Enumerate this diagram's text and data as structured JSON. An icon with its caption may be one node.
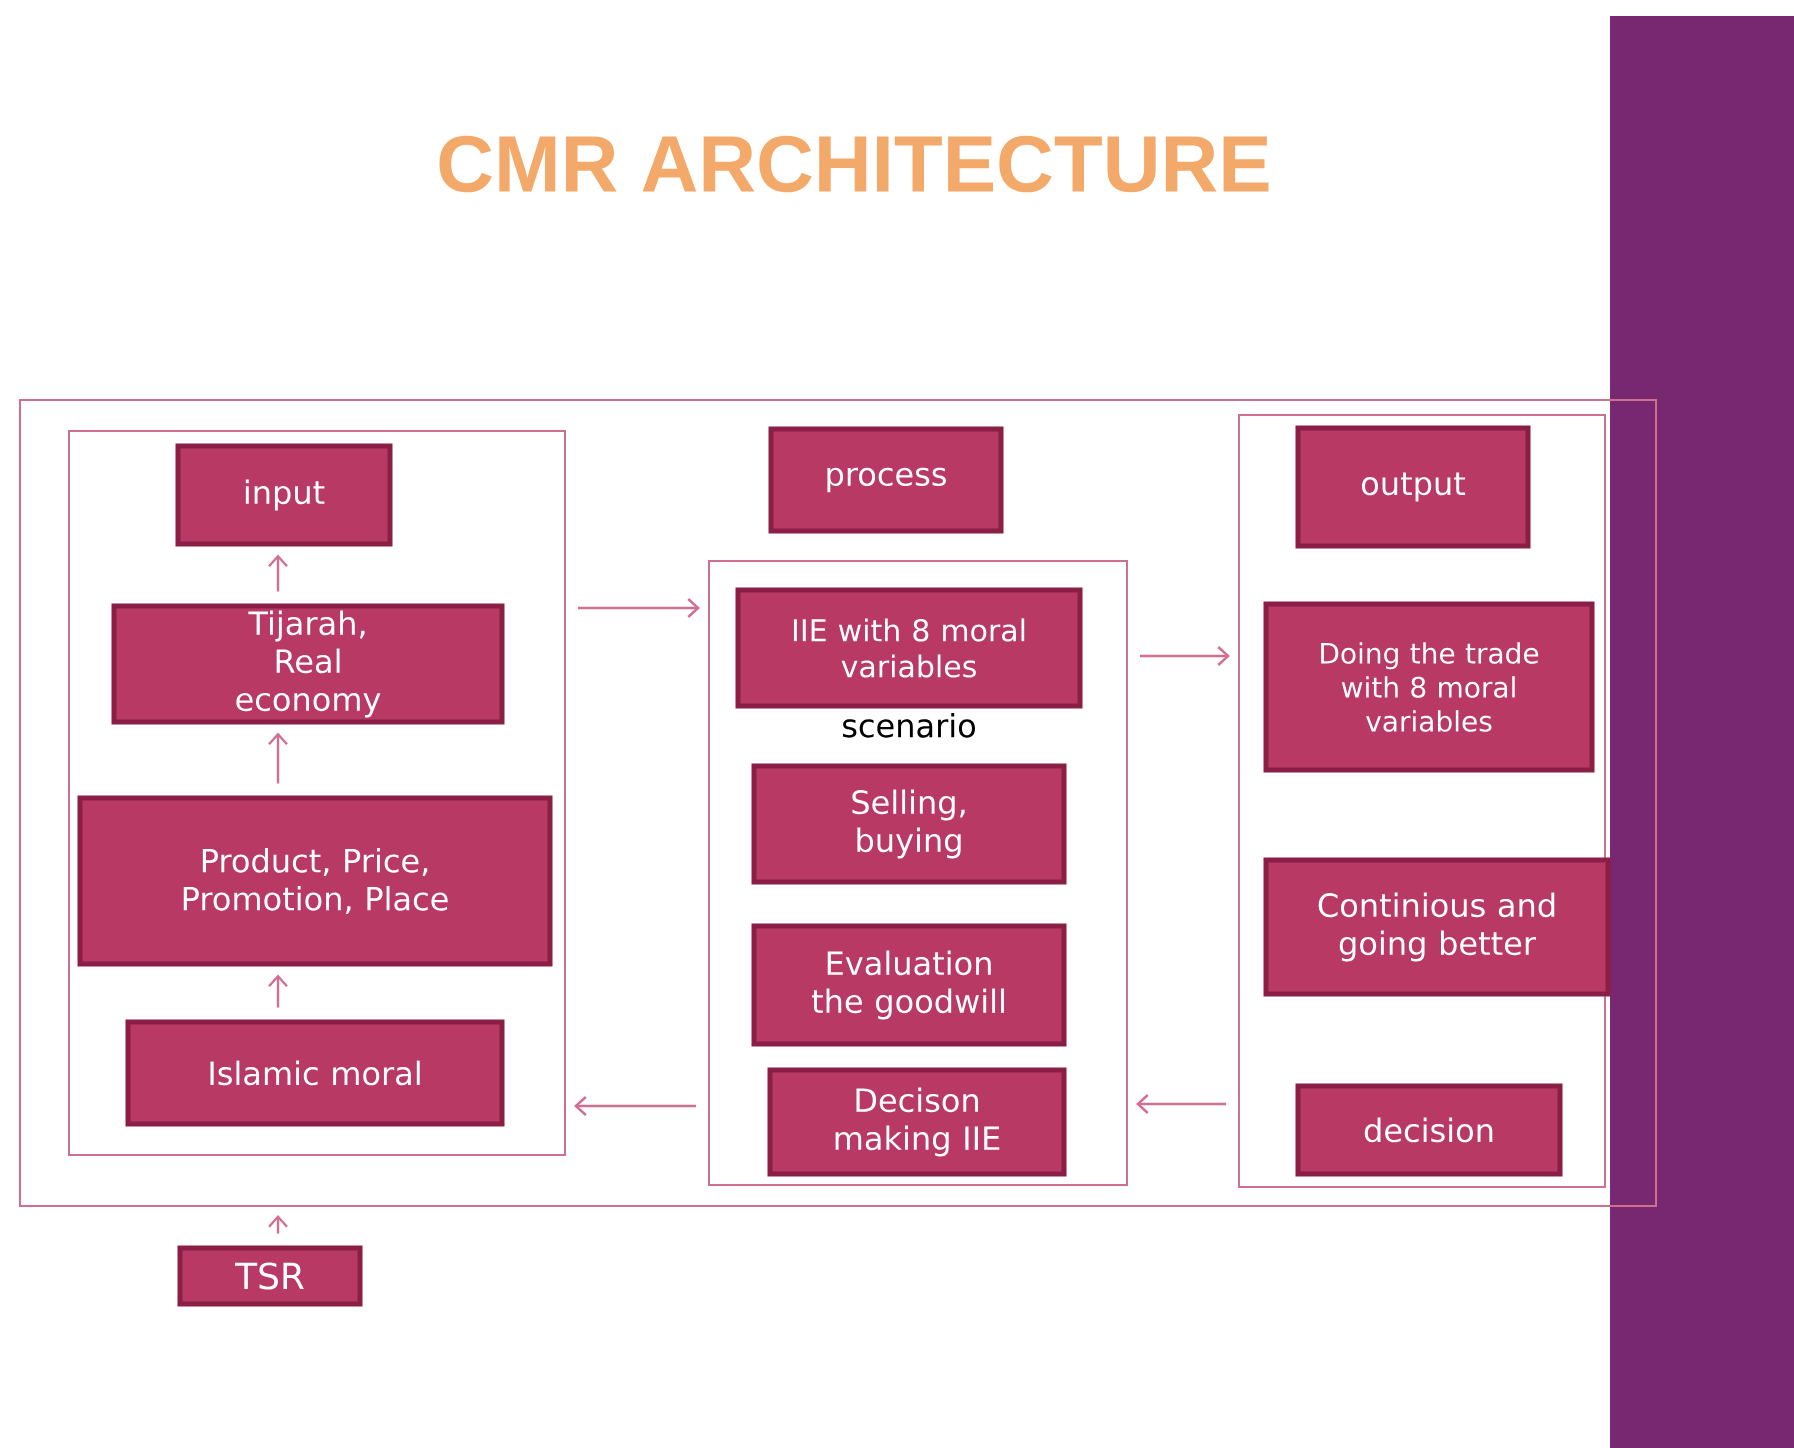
{
  "diagram": {
    "title": "CMR ARCHITECTURE",
    "nodes": [
      {
        "text": [],
        "shape": "box"
      },
      {
        "text": [],
        "shape": "box",
        "in": 0
      },
      {
        "text": [
          "input"
        ],
        "in": 1
      },
      {
        "text": [
          "Tijarah, Real economy"
        ],
        "in": 1
      },
      {
        "text": [
          "Product, Price, Promotion, Place"
        ],
        "in": 1
      },
      {
        "text": [
          "Islamic  moral"
        ],
        "in": 1
      },
      {
        "text": [
          "process"
        ],
        "in": 0
      },
      {
        "text": [],
        "shape": "box",
        "in": 0
      },
      {
        "text": [
          "IIE with 8 moral variables"
        ],
        "beside": [
          "scenario"
        ],
        "in": 7
      },
      {
        "text": [
          "Selling, buying"
        ],
        "in": 7
      },
      {
        "text": [
          "Evaluation the goodwill"
        ],
        "in": 7
      },
      {
        "text": [
          "Decison making IIE"
        ],
        "in": 7
      },
      {
        "text": [],
        "shape": "box",
        "in": 0
      },
      {
        "text": [
          "output"
        ],
        "in": 12
      },
      {
        "text": [
          "Doing the trade with 8 moral variables"
        ],
        "in": 12
      },
      {
        "text": [
          "Continious and going  better"
        ],
        "in": 12
      },
      {
        "text": [
          "decision"
        ],
        "in": 12
      },
      {
        "text": [
          "TSR"
        ]
      }
    ],
    "edges": [
      {
        "from": 3,
        "to": 2,
        "arrow": "to"
      },
      {
        "from": 4,
        "to": 3,
        "arrow": "to"
      },
      {
        "from": 5,
        "to": 4,
        "arrow": "to"
      },
      {
        "from": 1,
        "to": 7,
        "arrow": "to"
      },
      {
        "from": 7,
        "to": 12,
        "arrow": "to"
      },
      {
        "from": 12,
        "to": 7,
        "arrow": "to"
      },
      {
        "from": 7,
        "to": 1,
        "arrow": "to"
      },
      {
        "from": 17,
        "to": 0,
        "arrow": "to"
      }
    ]
  }
}
